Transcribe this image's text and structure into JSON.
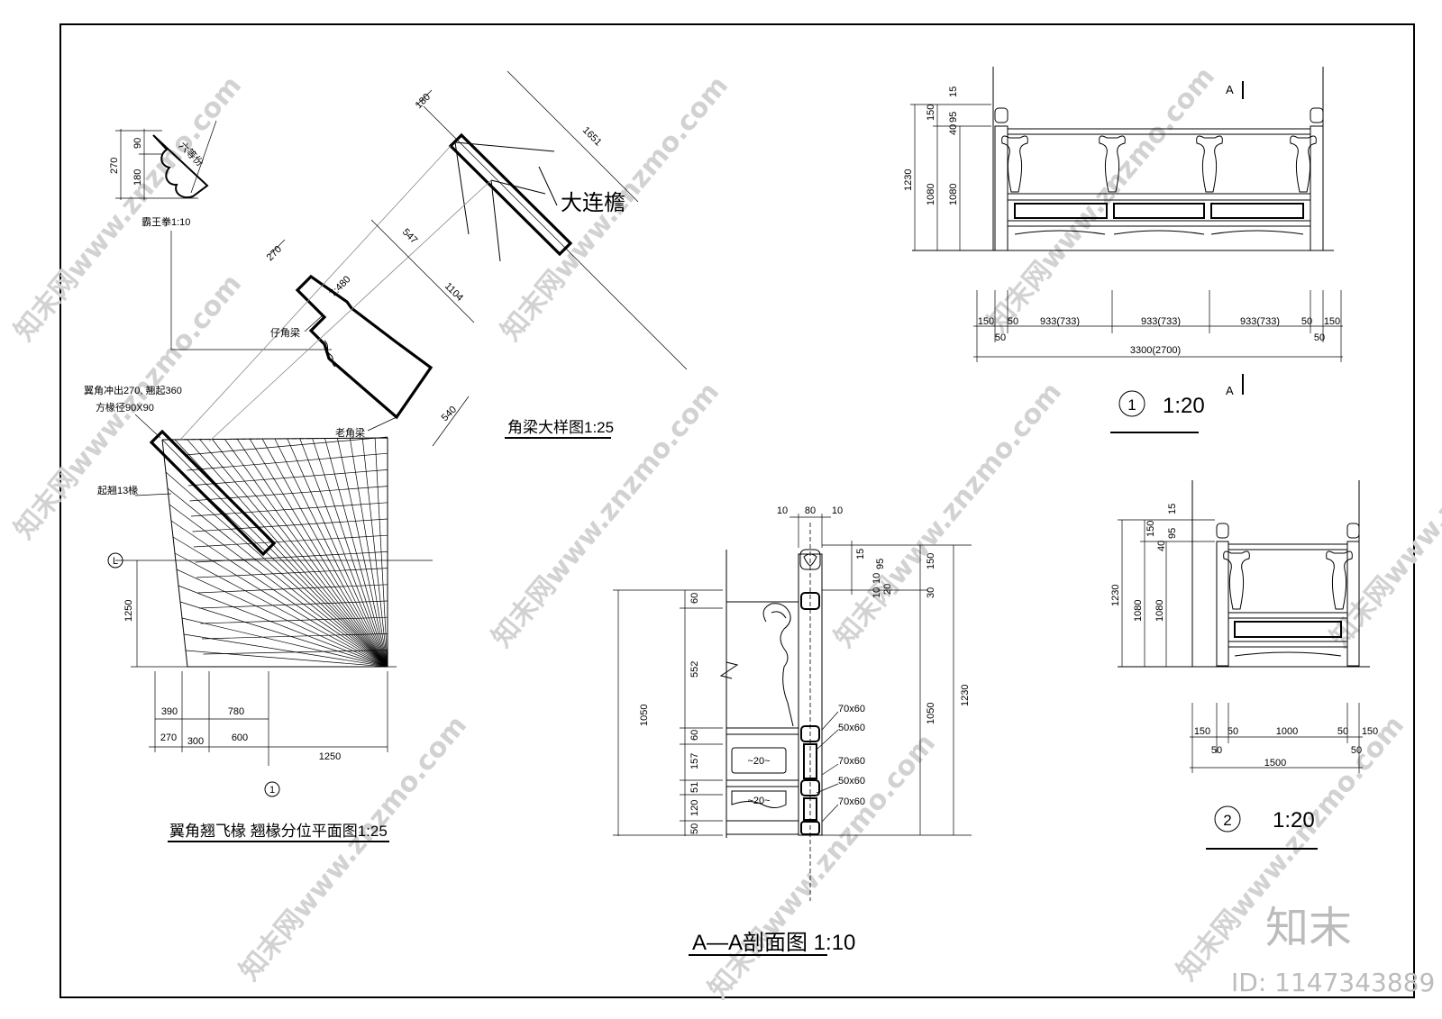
{
  "plan": {
    "title": "翼角翘飞椽  翘椽分位平面图1:25",
    "note_line1": "翼角冲出270, 翘起360",
    "note_line2": "方椽径90X90",
    "note_rafter": "起翘13椽",
    "axis_L": "L",
    "axis_1": "1",
    "dim_1250_v": "1250",
    "dim_390": "390",
    "dim_780": "780",
    "dim_270": "270",
    "dim_300": "300",
    "dim_600": "600",
    "dim_1250_h": "1250"
  },
  "bawang": {
    "label": "霸王拳1:10",
    "dim_270": "270",
    "dim_90": "90",
    "dim_180": "180",
    "carved": "六等份"
  },
  "corner_beam": {
    "title": "角梁大样图1:25",
    "label_dalian": "大连檐",
    "label_zi": "仔角梁",
    "label_lao": "老角梁",
    "dim_180": "180",
    "dim_1651": "1651",
    "dim_547": "547",
    "dim_1104": "1104",
    "dim_270": "270",
    "dim_540": "540",
    "slope": "7:480"
  },
  "elevation1": {
    "section_mark": "A",
    "scale_num": "1",
    "scale": "1:20",
    "h_15": "15",
    "h_95": "95",
    "h_150": "150",
    "h_40": "40",
    "h_1230": "1230",
    "h_1080a": "1080",
    "h_1080b": "1080",
    "w_150": "150",
    "w_50": "50",
    "w_933": "933(733)",
    "w_total": "3300(2700)"
  },
  "elevation2": {
    "scale_num": "2",
    "scale": "1:20",
    "h_15": "15",
    "h_95": "95",
    "h_150": "150",
    "h_40": "40",
    "h_1230": "1230",
    "h_1080a": "1080",
    "h_1080b": "1080",
    "w_150": "150",
    "w_50": "50",
    "w_1000": "1000",
    "w_total": "1500"
  },
  "section": {
    "title": "A—A剖面图 1:10",
    "t_10": "10",
    "t_80": "80",
    "d_95": "95",
    "d_15": "15",
    "d_10": "10",
    "d_20": "20",
    "d_150": "150",
    "d_30": "30",
    "d_60": "60",
    "d_552": "552",
    "d_157": "157",
    "d_51": "51",
    "d_120": "120",
    "d_50": "50",
    "d_1050": "1050",
    "d_1230": "1230",
    "m_70x60": "70x60",
    "m_50x60": "50x60",
    "panel_20": "~20~"
  },
  "watermark": {
    "site": "知末网www.znzmo.com",
    "brand": "知末",
    "id": "ID: 1147343889"
  }
}
